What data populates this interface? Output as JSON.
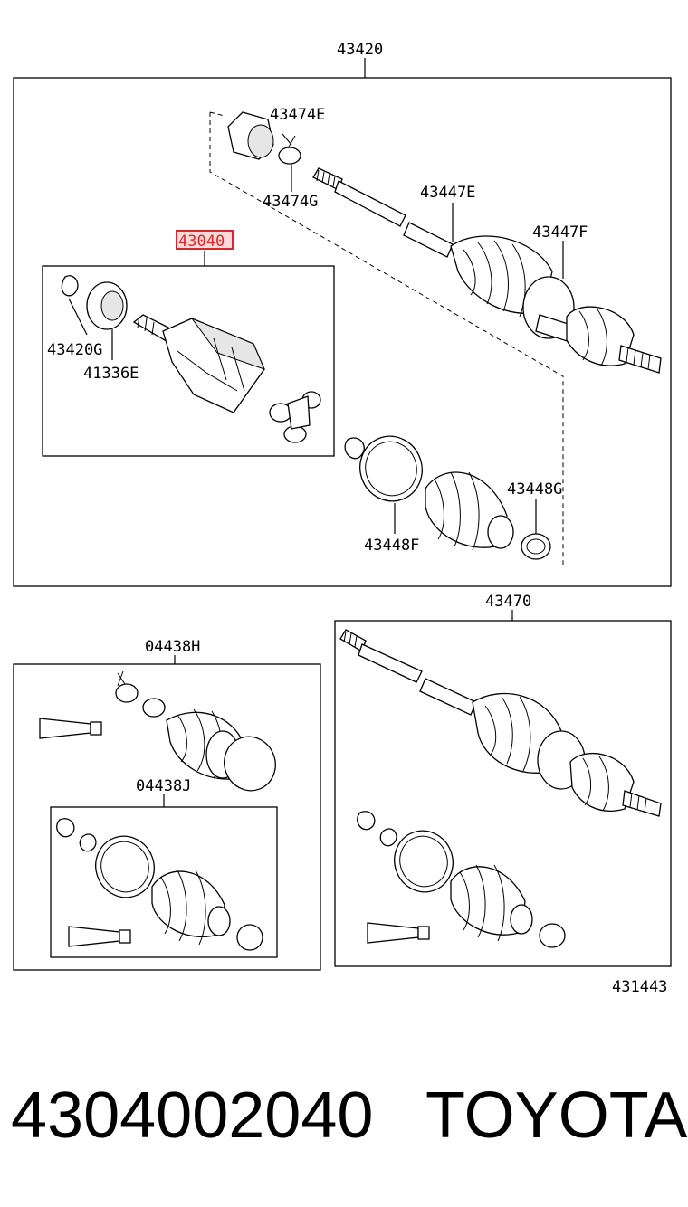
{
  "diagram": {
    "labels": {
      "l43420": "43420",
      "l43474E": "43474E",
      "l43474G": "43474G",
      "l43447E": "43447E",
      "l43447F": "43447F",
      "l43040": "43040",
      "l43420G": "43420G",
      "l41336E": "41336E",
      "l43448G": "43448G",
      "l43448F": "43448F",
      "l43470": "43470",
      "l04438H": "04438H",
      "l04438J": "04438J",
      "l431443": "431443"
    },
    "highlight_color": "#d9262c"
  },
  "footer": {
    "part_number": "4304002040",
    "brand": "TOYOTA"
  }
}
